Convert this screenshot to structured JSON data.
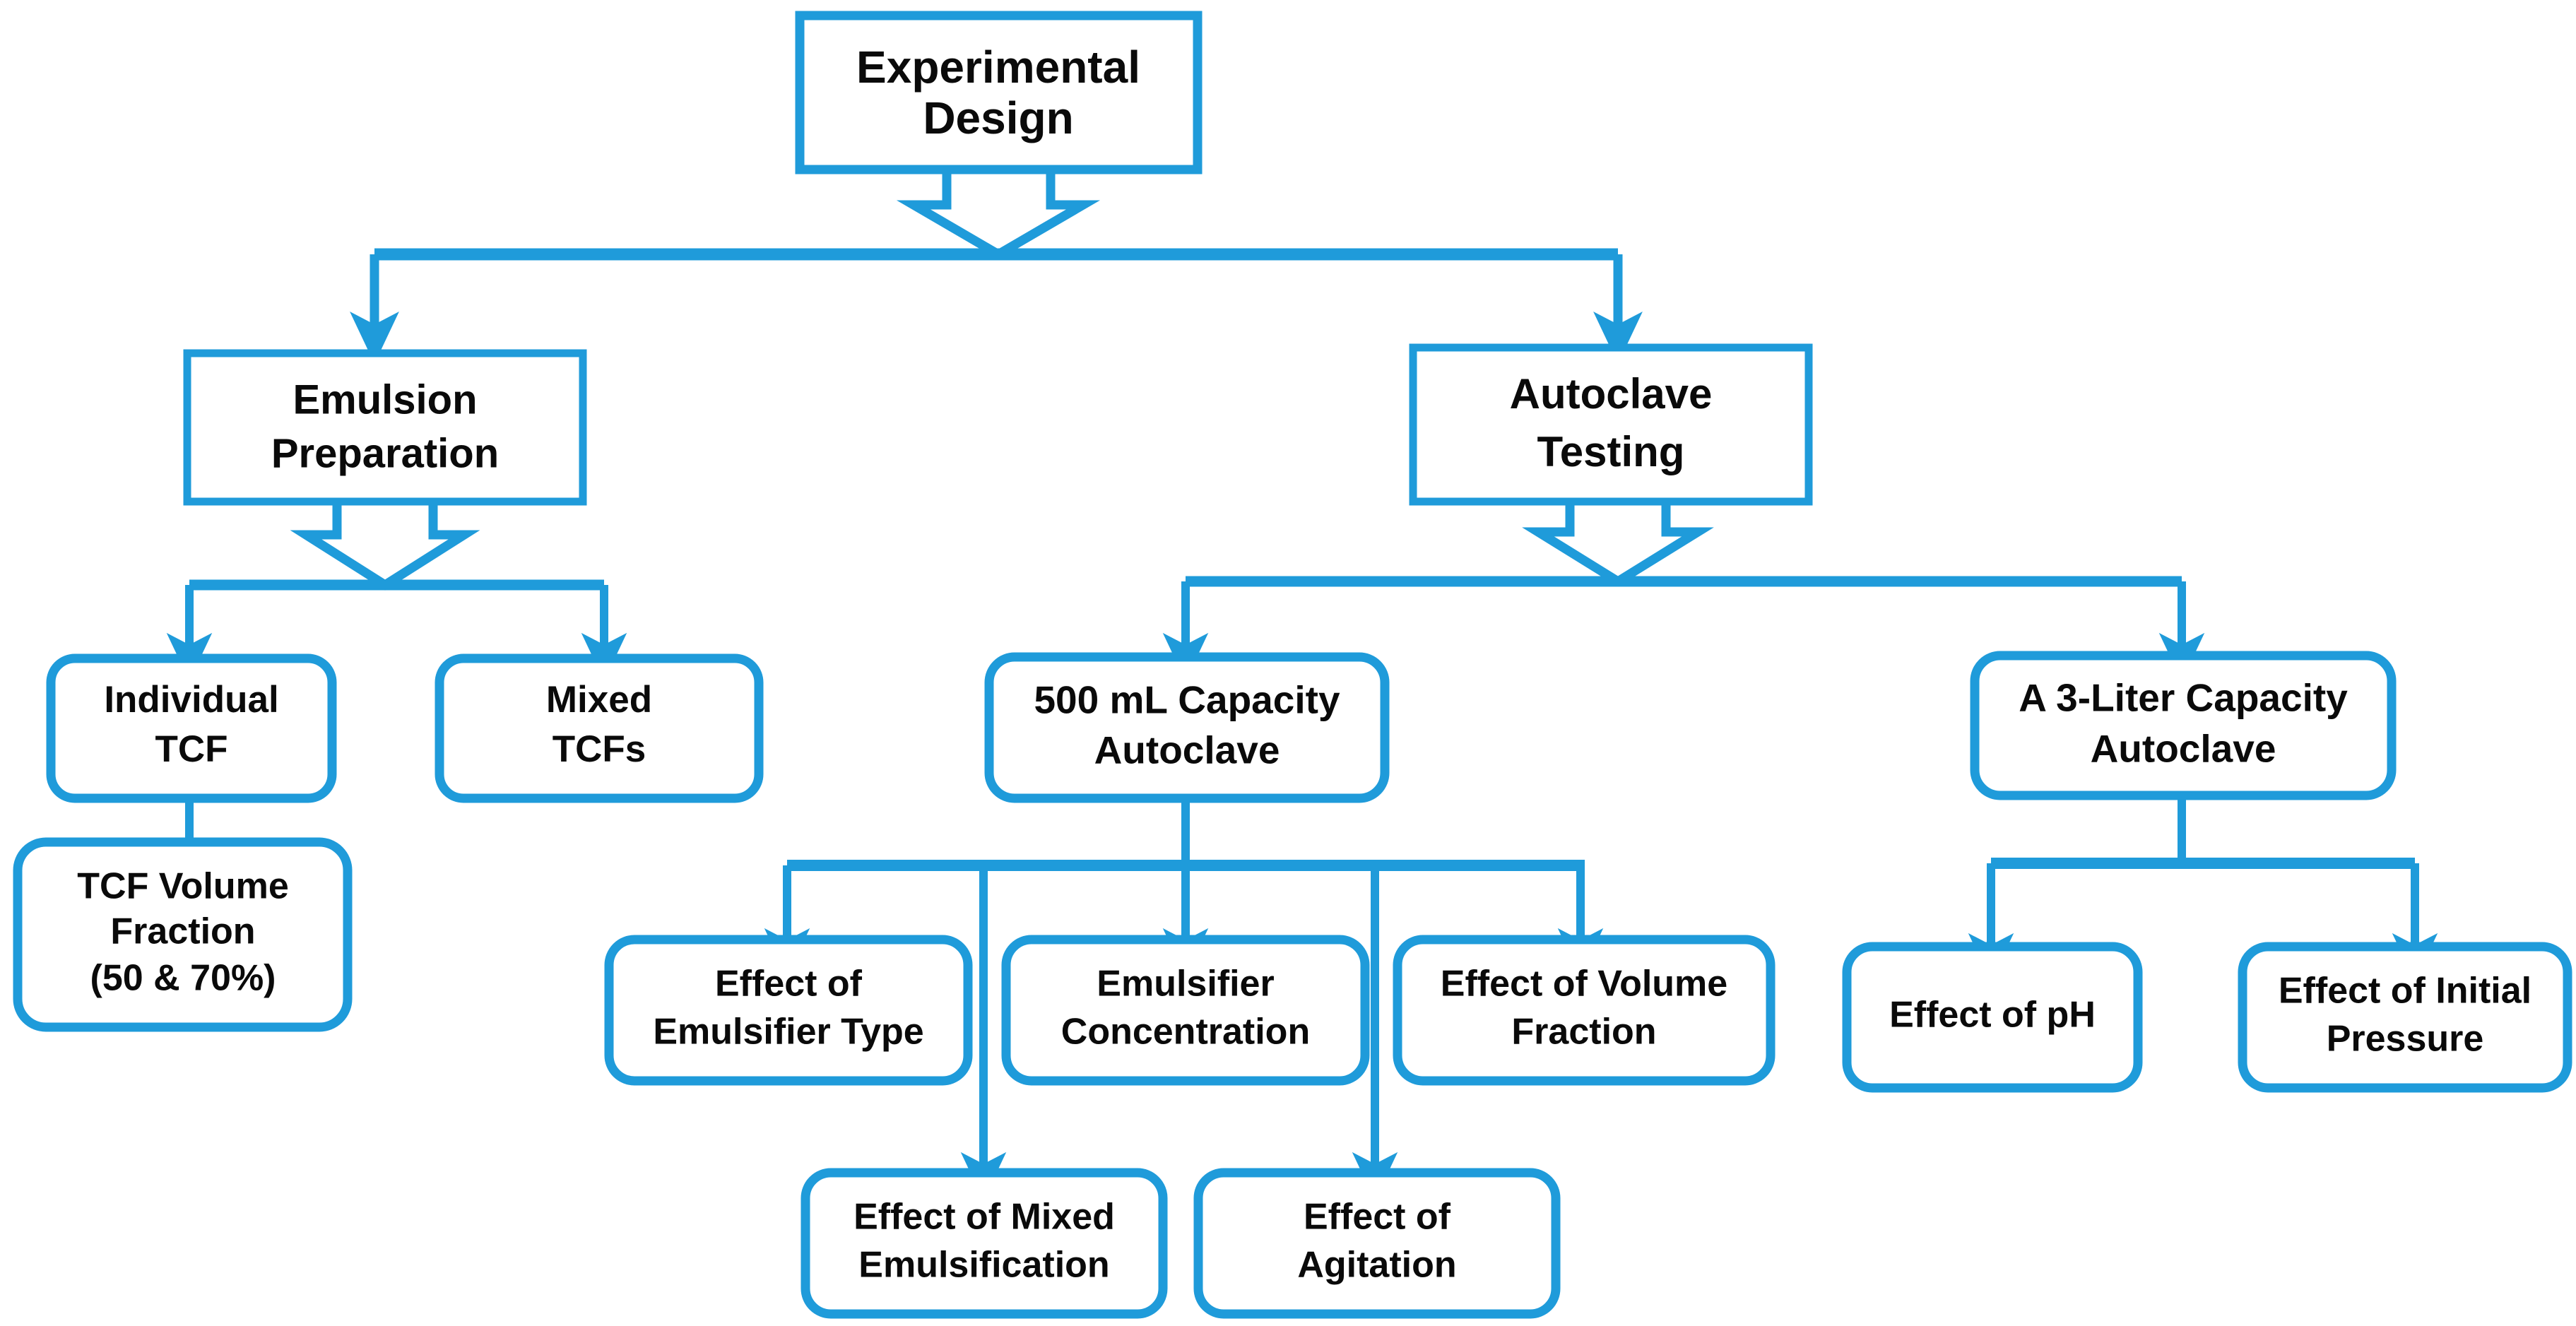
{
  "diagram": {
    "title": "Experimental Design flowchart",
    "accent_color": "#1F9BDA",
    "text_color": "#0A0A0A",
    "background_color": "#FFFFFF",
    "levels": [
      {
        "name": "root",
        "nodes": [
          {
            "id": "experimental-design",
            "lines": [
              "Experimental",
              "Design"
            ],
            "shape": "rectangle"
          }
        ]
      },
      {
        "name": "branches",
        "nodes": [
          {
            "id": "emulsion-preparation",
            "lines": [
              "Emulsion",
              "Preparation"
            ],
            "shape": "rectangle"
          },
          {
            "id": "autoclave-testing",
            "lines": [
              "Autoclave",
              "Testing"
            ],
            "shape": "rectangle"
          }
        ]
      },
      {
        "name": "sub-branches",
        "nodes": [
          {
            "id": "individual-tcf",
            "lines": [
              "Individual",
              "TCF"
            ],
            "shape": "rounded"
          },
          {
            "id": "mixed-tcfs",
            "lines": [
              "Mixed",
              "TCFs"
            ],
            "shape": "rounded"
          },
          {
            "id": "autoclave-500ml",
            "lines": [
              "500 mL Capacity",
              "Autoclave"
            ],
            "shape": "rounded"
          },
          {
            "id": "autoclave-3liter",
            "lines": [
              "A 3-Liter Capacity",
              "Autoclave"
            ],
            "shape": "rounded"
          }
        ]
      },
      {
        "name": "leaves",
        "nodes": [
          {
            "id": "tcf-volume-fraction",
            "lines": [
              "TCF Volume",
              "Fraction",
              "(50 & 70%)"
            ],
            "shape": "rounded"
          },
          {
            "id": "effect-emulsifier-type",
            "lines": [
              "Effect of",
              "Emulsifier Type"
            ],
            "shape": "rounded"
          },
          {
            "id": "emulsifier-concentration",
            "lines": [
              "Emulsifier",
              "Concentration"
            ],
            "shape": "rounded"
          },
          {
            "id": "effect-volume-fraction",
            "lines": [
              "Effect of Volume",
              "Fraction"
            ],
            "shape": "rounded"
          },
          {
            "id": "effect-ph",
            "lines": [
              "Effect of pH"
            ],
            "shape": "rounded"
          },
          {
            "id": "effect-initial-pressure",
            "lines": [
              "Effect of Initial",
              "Pressure"
            ],
            "shape": "rounded"
          },
          {
            "id": "effect-mixed-emulsification",
            "lines": [
              "Effect of Mixed",
              "Emulsification"
            ],
            "shape": "rounded"
          },
          {
            "id": "effect-agitation",
            "lines": [
              "Effect of",
              "Agitation"
            ],
            "shape": "rounded"
          }
        ]
      }
    ],
    "edges": [
      {
        "from": "experimental-design",
        "to": "emulsion-preparation",
        "style": "block-arrow-then-bus"
      },
      {
        "from": "experimental-design",
        "to": "autoclave-testing",
        "style": "block-arrow-then-bus"
      },
      {
        "from": "emulsion-preparation",
        "to": "individual-tcf",
        "style": "block-arrow-then-bus"
      },
      {
        "from": "emulsion-preparation",
        "to": "mixed-tcfs",
        "style": "block-arrow-then-bus"
      },
      {
        "from": "individual-tcf",
        "to": "tcf-volume-fraction",
        "style": "plain-line"
      },
      {
        "from": "autoclave-testing",
        "to": "autoclave-500ml",
        "style": "block-arrow-then-bus"
      },
      {
        "from": "autoclave-testing",
        "to": "autoclave-3liter",
        "style": "block-arrow-then-bus"
      },
      {
        "from": "autoclave-500ml",
        "to": "effect-emulsifier-type",
        "style": "bus-arrow"
      },
      {
        "from": "autoclave-500ml",
        "to": "emulsifier-concentration",
        "style": "bus-arrow"
      },
      {
        "from": "autoclave-500ml",
        "to": "effect-volume-fraction",
        "style": "bus-arrow"
      },
      {
        "from": "autoclave-500ml",
        "to": "effect-mixed-emulsification",
        "style": "bus-arrow"
      },
      {
        "from": "autoclave-500ml",
        "to": "effect-agitation",
        "style": "bus-arrow"
      },
      {
        "from": "autoclave-3liter",
        "to": "effect-ph",
        "style": "bus-arrow"
      },
      {
        "from": "autoclave-3liter",
        "to": "effect-initial-pressure",
        "style": "bus-arrow"
      }
    ]
  },
  "labels": {
    "experimental_design_l1": "Experimental",
    "experimental_design_l2": "Design",
    "emulsion_preparation_l1": "Emulsion",
    "emulsion_preparation_l2": "Preparation",
    "autoclave_testing_l1": "Autoclave",
    "autoclave_testing_l2": "Testing",
    "individual_tcf_l1": "Individual",
    "individual_tcf_l2": "TCF",
    "mixed_tcfs_l1": "Mixed",
    "mixed_tcfs_l2": "TCFs",
    "autoclave_500ml_l1": "500 mL Capacity",
    "autoclave_500ml_l2": "Autoclave",
    "autoclave_3liter_l1": "A 3-Liter Capacity",
    "autoclave_3liter_l2": "Autoclave",
    "tcf_volume_fraction_l1": "TCF Volume",
    "tcf_volume_fraction_l2": "Fraction",
    "tcf_volume_fraction_l3": "(50 & 70%)",
    "effect_emulsifier_type_l1": "Effect of",
    "effect_emulsifier_type_l2": "Emulsifier Type",
    "emulsifier_concentration_l1": "Emulsifier",
    "emulsifier_concentration_l2": "Concentration",
    "effect_volume_fraction_l1": "Effect of Volume",
    "effect_volume_fraction_l2": "Fraction",
    "effect_ph_l1": "Effect of pH",
    "effect_initial_pressure_l1": "Effect of Initial",
    "effect_initial_pressure_l2": "Pressure",
    "effect_mixed_emulsification_l1": "Effect of Mixed",
    "effect_mixed_emulsification_l2": "Emulsification",
    "effect_agitation_l1": "Effect of",
    "effect_agitation_l2": "Agitation"
  }
}
